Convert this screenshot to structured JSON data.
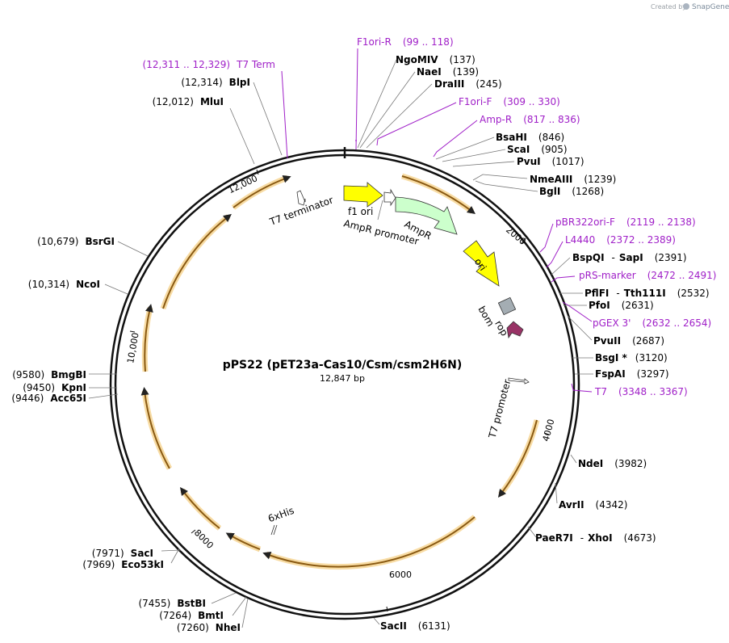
{
  "credit": {
    "prefix": "Created by",
    "brand": "SnapGene"
  },
  "map": {
    "name": "pPS22 (pET23a-Cas10/Csm/csm2H6N)",
    "length": "12,847 bp",
    "total_bp": 12847
  },
  "ticks": [
    {
      "bp": 2000,
      "label": "2000"
    },
    {
      "bp": 4000,
      "label": "4000"
    },
    {
      "bp": 6000,
      "label": "6000"
    },
    {
      "bp": 8000,
      "label": "8000"
    },
    {
      "bp": 10000,
      "label": "10,000"
    },
    {
      "bp": 12000,
      "label": "12,000"
    }
  ],
  "enzymes": [
    {
      "id": "ngomiv",
      "name": "NgoMIV",
      "pos": "(137)"
    },
    {
      "id": "naei",
      "name": "NaeI",
      "pos": "(139)"
    },
    {
      "id": "draiii",
      "name": "DraIII",
      "pos": "(245)"
    },
    {
      "id": "bsahi",
      "name": "BsaHI",
      "pos": "(846)"
    },
    {
      "id": "scai",
      "name": "ScaI",
      "pos": "(905)"
    },
    {
      "id": "pvui",
      "name": "PvuI",
      "pos": "(1017)"
    },
    {
      "id": "nmeaiii",
      "name": "NmeAIII",
      "pos": "(1239)"
    },
    {
      "id": "bgli",
      "name": "BglI",
      "pos": "(1268)"
    },
    {
      "id": "bspqi",
      "name": "BspQI",
      "sep": "-",
      "name2": "SapI",
      "pos": "(2391)"
    },
    {
      "id": "pflfi",
      "name": "PflFI",
      "sep": "-",
      "name2": "Tth111I",
      "pos": "(2532)"
    },
    {
      "id": "pfoi",
      "name": "PfoI",
      "pos": "(2631)"
    },
    {
      "id": "pvuii",
      "name": "PvuII",
      "pos": "(2687)"
    },
    {
      "id": "bsgi",
      "name": "BsgI *",
      "pos": "(3120)"
    },
    {
      "id": "fspai",
      "name": "FspAI",
      "pos": "(3297)"
    },
    {
      "id": "ndei",
      "name": "NdeI",
      "pos": "(3982)"
    },
    {
      "id": "avrii",
      "name": "AvrII",
      "pos": "(4342)"
    },
    {
      "id": "paer7i",
      "name": "PaeR7I",
      "sep": "-",
      "name2": "XhoI",
      "pos": "(4673)"
    },
    {
      "id": "sacii",
      "name": "SacII",
      "pos": "(6131)"
    },
    {
      "id": "nhei",
      "name": "NheI",
      "pos": "(7260)"
    },
    {
      "id": "bmti",
      "name": "BmtI",
      "pos": "(7264)"
    },
    {
      "id": "bstbi",
      "name": "BstBI",
      "pos": "(7455)"
    },
    {
      "id": "eco53ki",
      "name": "Eco53kI",
      "pos": "(7969)"
    },
    {
      "id": "saci",
      "name": "SacI",
      "pos": "(7971)"
    },
    {
      "id": "acc65i",
      "name": "Acc65I",
      "pos": "(9446)"
    },
    {
      "id": "kpni",
      "name": "KpnI",
      "pos": "(9450)"
    },
    {
      "id": "bmgbi",
      "name": "BmgBI",
      "pos": "(9580)"
    },
    {
      "id": "ncoi",
      "name": "NcoI",
      "pos": "(10,314)"
    },
    {
      "id": "bsrgi",
      "name": "BsrGI",
      "pos": "(10,679)"
    },
    {
      "id": "mlui",
      "name": "MluI",
      "pos": "(12,012)"
    },
    {
      "id": "blpi",
      "name": "BlpI",
      "pos": "(12,314)"
    }
  ],
  "primers": [
    {
      "id": "f1ori_r",
      "name": "F1ori-R",
      "range": "(99 .. 118)"
    },
    {
      "id": "f1ori_f",
      "name": "F1ori-F",
      "range": "(309 .. 330)"
    },
    {
      "id": "amp_r",
      "name": "Amp-R",
      "range": "(817 .. 836)"
    },
    {
      "id": "pbr322ori_f",
      "name": "pBR322ori-F",
      "range": "(2119 .. 2138)"
    },
    {
      "id": "l4440",
      "name": "L4440",
      "range": "(2372 .. 2389)"
    },
    {
      "id": "prs_marker",
      "name": "pRS-marker",
      "range": "(2472 .. 2491)"
    },
    {
      "id": "pgex3",
      "name": "pGEX 3'",
      "range": "(2632 .. 2654)"
    },
    {
      "id": "t7",
      "name": "T7",
      "range": "(3348 .. 3367)"
    },
    {
      "id": "t7term",
      "name": "T7 Term",
      "range": "(12,311 .. 12,329)"
    }
  ],
  "features": [
    {
      "id": "f1ori",
      "label": "f1 ori",
      "color": "#ffff00"
    },
    {
      "id": "ampr_promoter",
      "label": "AmpR promoter",
      "color": "#ffffff"
    },
    {
      "id": "ampr",
      "label": "AmpR",
      "color": "#ccffcc"
    },
    {
      "id": "ori",
      "label": "ori",
      "color": "#ffff00"
    },
    {
      "id": "bom",
      "label": "bom",
      "color": "#a4adb3"
    },
    {
      "id": "rop",
      "label": "rop",
      "color": "#993366"
    },
    {
      "id": "t7_promoter",
      "label": "T7 promoter",
      "color": "#ffffff"
    },
    {
      "id": "t7_terminator",
      "label": "T7 terminator",
      "color": "#ffffff"
    },
    {
      "id": "sixhis",
      "label": "6xHis",
      "color": "#ffffff"
    }
  ],
  "colors": {
    "orf": "#e6a53a",
    "orf_glow": "#f7d89a",
    "backbone": "#111111",
    "primer": "#a020c8"
  }
}
